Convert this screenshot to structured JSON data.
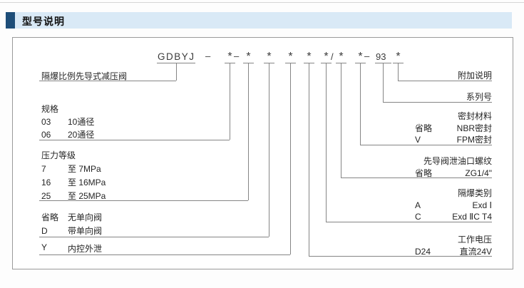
{
  "header": {
    "title": "型号说明"
  },
  "code": {
    "prefix": "GDBYJ",
    "dash": "–",
    "star": "*",
    "slash": "/",
    "series": "93"
  },
  "left": {
    "valve_name": "隔爆比例先导式减压阀",
    "spec": {
      "title": "规格",
      "rows": [
        {
          "code": "03",
          "desc": "10通径"
        },
        {
          "code": "06",
          "desc": "20通径"
        }
      ]
    },
    "pressure": {
      "title": "压力等级",
      "rows": [
        {
          "code": "7",
          "desc": "至 7MPa"
        },
        {
          "code": "16",
          "desc": "至 16MPa"
        },
        {
          "code": "25",
          "desc": "至 25MPa"
        }
      ]
    },
    "check_valve": {
      "rows": [
        {
          "code": "省略",
          "desc": "无单向阀"
        },
        {
          "code": "D",
          "desc": "带单向阀"
        }
      ]
    },
    "drain": {
      "rows": [
        {
          "code": "Y",
          "desc": "内控外泄"
        }
      ]
    }
  },
  "right": {
    "extra_note": "附加说明",
    "series_no": "系列号",
    "seal": {
      "title": "密封材料",
      "rows": [
        {
          "code": "省略",
          "desc": "NBR密封"
        },
        {
          "code": "V",
          "desc": "FPM密封"
        }
      ]
    },
    "pilot_thread": {
      "title": "先导阀泄油口螺纹",
      "rows": [
        {
          "code": "省略",
          "desc": "ZG1/4\""
        }
      ]
    },
    "exd_class": {
      "title": "隔爆类别",
      "rows": [
        {
          "code": "A",
          "desc": "Exd Ⅰ"
        },
        {
          "code": "C",
          "desc": "Exd ⅡC T4"
        }
      ]
    },
    "voltage": {
      "title": "工作电压",
      "rows": [
        {
          "code": "D24",
          "desc": "直流24V"
        }
      ]
    }
  },
  "colors": {
    "accent": "#1e4e79",
    "header_bar": "#d9e9f6",
    "line": "#858585"
  }
}
